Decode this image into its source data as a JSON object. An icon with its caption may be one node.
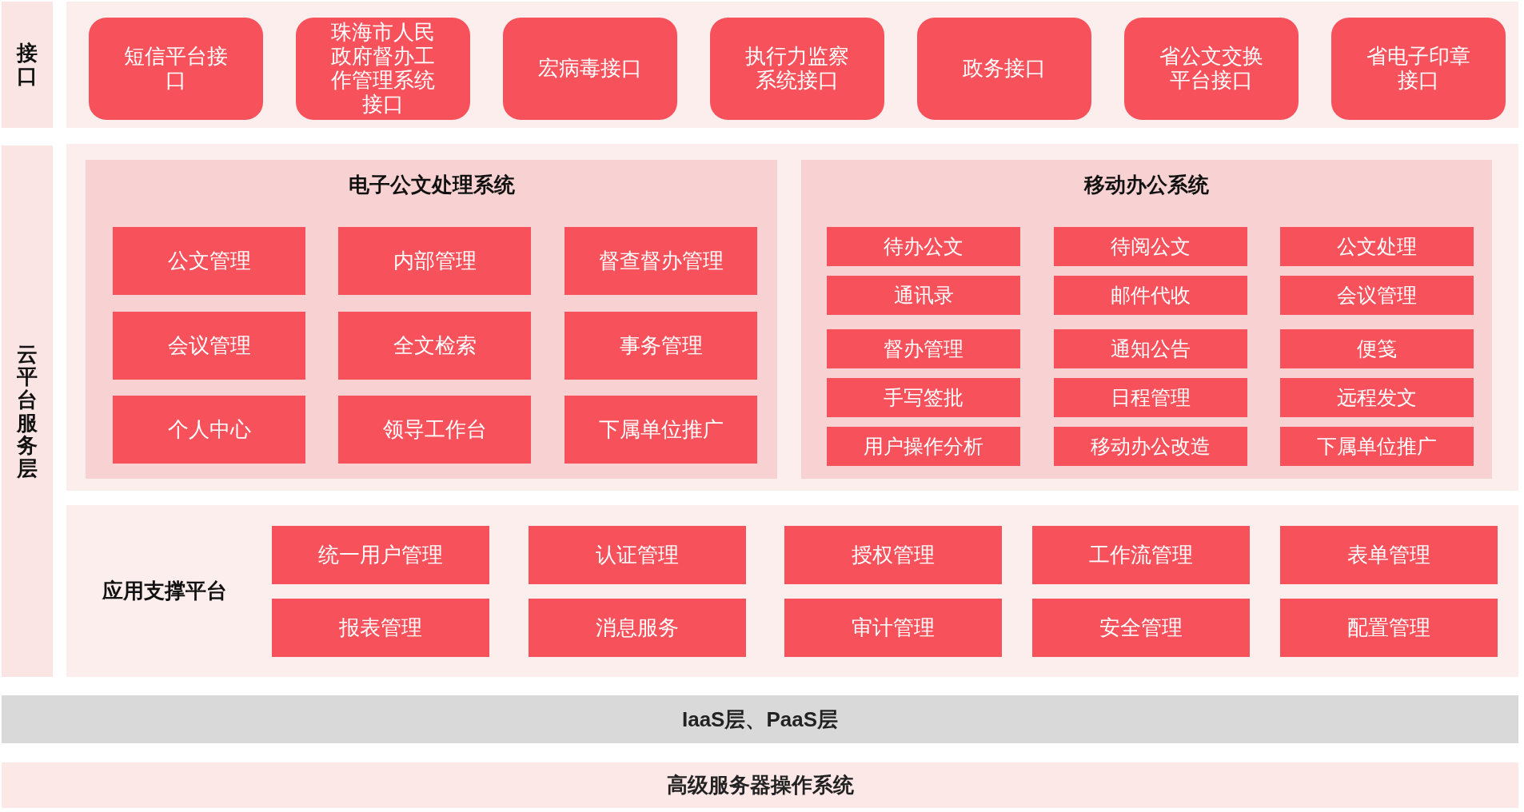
{
  "diagram": {
    "nodes": [
      {
        "text": [
          "接口"
        ]
      },
      {
        "text": [],
        "shape": "box"
      },
      {
        "text": [
          "短信平台接口"
        ],
        "in": 1
      },
      {
        "text": [
          "珠海市人民政府督办工作管理系统接口"
        ],
        "in": 1
      },
      {
        "text": [
          "宏病毒接口"
        ],
        "in": 1
      },
      {
        "text": [
          "执行力监察系统接口"
        ],
        "in": 1
      },
      {
        "text": [
          "政务接口"
        ],
        "in": 1
      },
      {
        "text": [
          "省公文交换平台接口"
        ],
        "in": 1
      },
      {
        "text": [
          "省电子印章接口"
        ],
        "in": 1
      },
      {
        "text": [
          "云平台服务层"
        ]
      },
      {
        "text": [],
        "shape": "box"
      },
      {
        "text": [
          "电子公文处理系统"
        ],
        "in": 10
      },
      {
        "text": [
          "公文管理"
        ],
        "in": 11
      },
      {
        "text": [
          "内部管理"
        ],
        "in": 11
      },
      {
        "text": [
          "督查督办管理"
        ],
        "in": 11
      },
      {
        "text": [
          "会议管理"
        ],
        "in": 11
      },
      {
        "text": [
          "全文检索"
        ],
        "in": 11
      },
      {
        "text": [
          "事务管理"
        ],
        "in": 11
      },
      {
        "text": [
          "个人中心"
        ],
        "in": 11
      },
      {
        "text": [
          "领导工作台"
        ],
        "in": 11
      },
      {
        "text": [
          "下属单位推广"
        ],
        "in": 11
      },
      {
        "text": [
          "移动办公系统"
        ],
        "in": 10
      },
      {
        "text": [
          "待办公文"
        ],
        "in": 21
      },
      {
        "text": [
          "待阅公文"
        ],
        "in": 21
      },
      {
        "text": [
          "公文处理"
        ],
        "in": 21
      },
      {
        "text": [
          "通讯录"
        ],
        "in": 21
      },
      {
        "text": [
          "邮件代收"
        ],
        "in": 21
      },
      {
        "text": [
          "会议管理"
        ],
        "in": 21
      },
      {
        "text": [
          "督办管理"
        ],
        "in": 21
      },
      {
        "text": [
          "通知公告"
        ],
        "in": 21
      },
      {
        "text": [
          "便笺"
        ],
        "in": 21
      },
      {
        "text": [
          "手写签批"
        ],
        "in": 21
      },
      {
        "text": [
          "日程管理"
        ],
        "in": 21
      },
      {
        "text": [
          "远程发文"
        ],
        "in": 21
      },
      {
        "text": [
          "用户操作分析"
        ],
        "in": 21
      },
      {
        "text": [
          "移动办公改造"
        ],
        "in": 21
      },
      {
        "text": [
          "下属单位推广"
        ],
        "in": 21
      },
      {
        "text": [
          "应用支撑平台"
        ]
      },
      {
        "text": [
          "统一用户管理"
        ],
        "in": 37
      },
      {
        "text": [
          "认证管理"
        ],
        "in": 37
      },
      {
        "text": [
          "授权管理"
        ],
        "in": 37
      },
      {
        "text": [
          "工作流管理"
        ],
        "in": 37
      },
      {
        "text": [
          "表单管理"
        ],
        "in": 37
      },
      {
        "text": [
          "报表管理"
        ],
        "in": 37
      },
      {
        "text": [
          "消息服务"
        ],
        "in": 37
      },
      {
        "text": [
          "审计管理"
        ],
        "in": 37
      },
      {
        "text": [
          "安全管理"
        ],
        "in": 37
      },
      {
        "text": [
          "配置管理"
        ],
        "in": 37
      },
      {
        "text": [
          "IaaS层、PaaS层"
        ]
      },
      {
        "text": [
          "高级服务器操作系统"
        ]
      }
    ]
  }
}
